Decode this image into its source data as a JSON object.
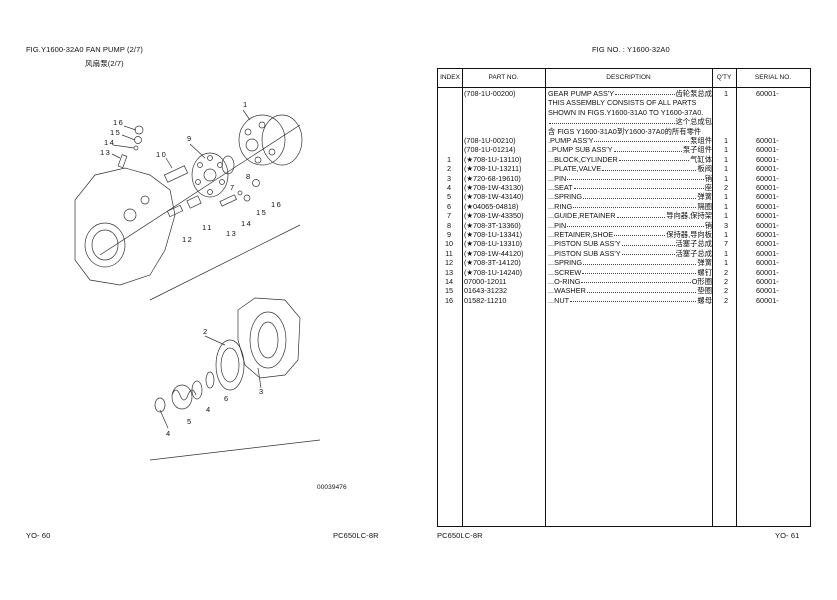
{
  "left_page": {
    "title": "FIG.Y1600-32A0 FAN PUMP (2/7)",
    "subtitle": "风扇泵(2/7)",
    "diagram_id": "00039476",
    "page_number": "YO-  60",
    "model": "PC650LC-8R",
    "callouts": {
      "c1": "1",
      "c16a": "16",
      "c15a": "15",
      "c14a": "14",
      "c13a": "13",
      "c9": "9",
      "c10": "10",
      "c7": "7",
      "c8": "8",
      "c15b": "15",
      "c16b": "16",
      "c11": "11",
      "c12": "12",
      "c14b": "14",
      "c13b": "13",
      "c2": "2",
      "c6": "6",
      "c4a": "4",
      "c5": "5",
      "c4b": "4",
      "c3": "3"
    }
  },
  "right_page": {
    "fig_no": "FIG NO. : Y1600-32A0",
    "model": "PC650LC-8R",
    "page_number": "YO-  61",
    "headers": {
      "index": "INDEX",
      "part": "PART  NO.",
      "desc": "DESCRIPTION",
      "qty": "Q'TY",
      "serial": "SERIAL NO."
    },
    "rows": [
      {
        "index": "",
        "part": "(708-1U-00200)",
        "desc": "GEAR PUMP ASS'Y",
        "cn": "齿轮泵总成",
        "qty": "1",
        "serial": "60001-"
      },
      {
        "index": "",
        "part": "",
        "desc": "THIS ASSEMBLY CONSISTS OF ALL PARTS",
        "cn": "",
        "qty": "",
        "serial": ""
      },
      {
        "index": "",
        "part": "",
        "desc": "SHOWN IN FIGS.Y1600-31A0 TO Y1600-37A0.",
        "cn": "",
        "qty": "",
        "serial": ""
      },
      {
        "index": "",
        "part": "",
        "desc": "",
        "cn": "这个总成包",
        "qty": "",
        "serial": ""
      },
      {
        "index": "",
        "part": "",
        "desc": "含 FIGS Y1600-31A0到Y1600-37A0的所有零件",
        "cn": "",
        "qty": "",
        "serial": ""
      },
      {
        "index": "",
        "part": "(708-1U-00210)",
        "desc": ".PUMP ASS'Y",
        "cn": "泵组件",
        "qty": "1",
        "serial": "60001-"
      },
      {
        "index": "",
        "part": "(708-1U-01214)",
        "desc": "..PUMP SUB ASS'Y",
        "cn": "泵子组件",
        "qty": "1",
        "serial": "60001-"
      },
      {
        "index": "1",
        "part": "(★708-1U-13110)",
        "desc": "...BLOCK,CYLINDER",
        "cn": "气缸体",
        "qty": "1",
        "serial": "60001-"
      },
      {
        "index": "2",
        "part": "(★708-1U-13211)",
        "desc": "...PLATE,VALVE",
        "cn": "板阀",
        "qty": "1",
        "serial": "60001-"
      },
      {
        "index": "3",
        "part": "(★720-68-19610)",
        "desc": "...PIN",
        "cn": "销",
        "qty": "1",
        "serial": "60001-"
      },
      {
        "index": "4",
        "part": "(★708-1W-43130)",
        "desc": "...SEAT",
        "cn": "座",
        "qty": "2",
        "serial": "60001-"
      },
      {
        "index": "5",
        "part": "(★708-1W-43140)",
        "desc": "...SPRING",
        "cn": "弹簧",
        "qty": "1",
        "serial": "60001-"
      },
      {
        "index": "6",
        "part": "(★04065-04818)",
        "desc": "...RING",
        "cn": "隔圈",
        "qty": "1",
        "serial": "60001-"
      },
      {
        "index": "7",
        "part": "(★708-1W-43350)",
        "desc": "...GUIDE,RETAINER",
        "cn": "导向器,保持架",
        "qty": "1",
        "serial": "60001-"
      },
      {
        "index": "8",
        "part": "(★708-3T-13360)",
        "desc": "...PIN",
        "cn": "销",
        "qty": "3",
        "serial": "60001-"
      },
      {
        "index": "9",
        "part": "(★708-1U-13341)",
        "desc": "...RETAINER,SHOE",
        "cn": "保持器,导向板",
        "qty": "1",
        "serial": "60001-"
      },
      {
        "index": "10",
        "part": "(★708-1U-13310)",
        "desc": "...PISTON SUB ASS'Y",
        "cn": "活塞子总成",
        "qty": "7",
        "serial": "60001-"
      },
      {
        "index": "11",
        "part": "(★708-1W-44120)",
        "desc": "...PISTON SUB ASS'Y",
        "cn": "活塞子总成",
        "qty": "1",
        "serial": "60001-"
      },
      {
        "index": "12",
        "part": "(★708-3T-14120)",
        "desc": "...SPRING",
        "cn": "弹簧",
        "qty": "1",
        "serial": "60001-"
      },
      {
        "index": "13",
        "part": "(★708-1U-14240)",
        "desc": "...SCREW",
        "cn": "螺钉",
        "qty": "2",
        "serial": "60001-"
      },
      {
        "index": "14",
        "part": "07000-12011",
        "desc": "...O-RING",
        "cn": "O形圈",
        "qty": "2",
        "serial": "60001-"
      },
      {
        "index": "15",
        "part": "01643-31232",
        "desc": "...WASHER",
        "cn": "垫圈",
        "qty": "2",
        "serial": "60001-"
      },
      {
        "index": "16",
        "part": "01582-11210",
        "desc": "...NUT",
        "cn": "螺母",
        "qty": "2",
        "serial": "60001-"
      }
    ]
  }
}
